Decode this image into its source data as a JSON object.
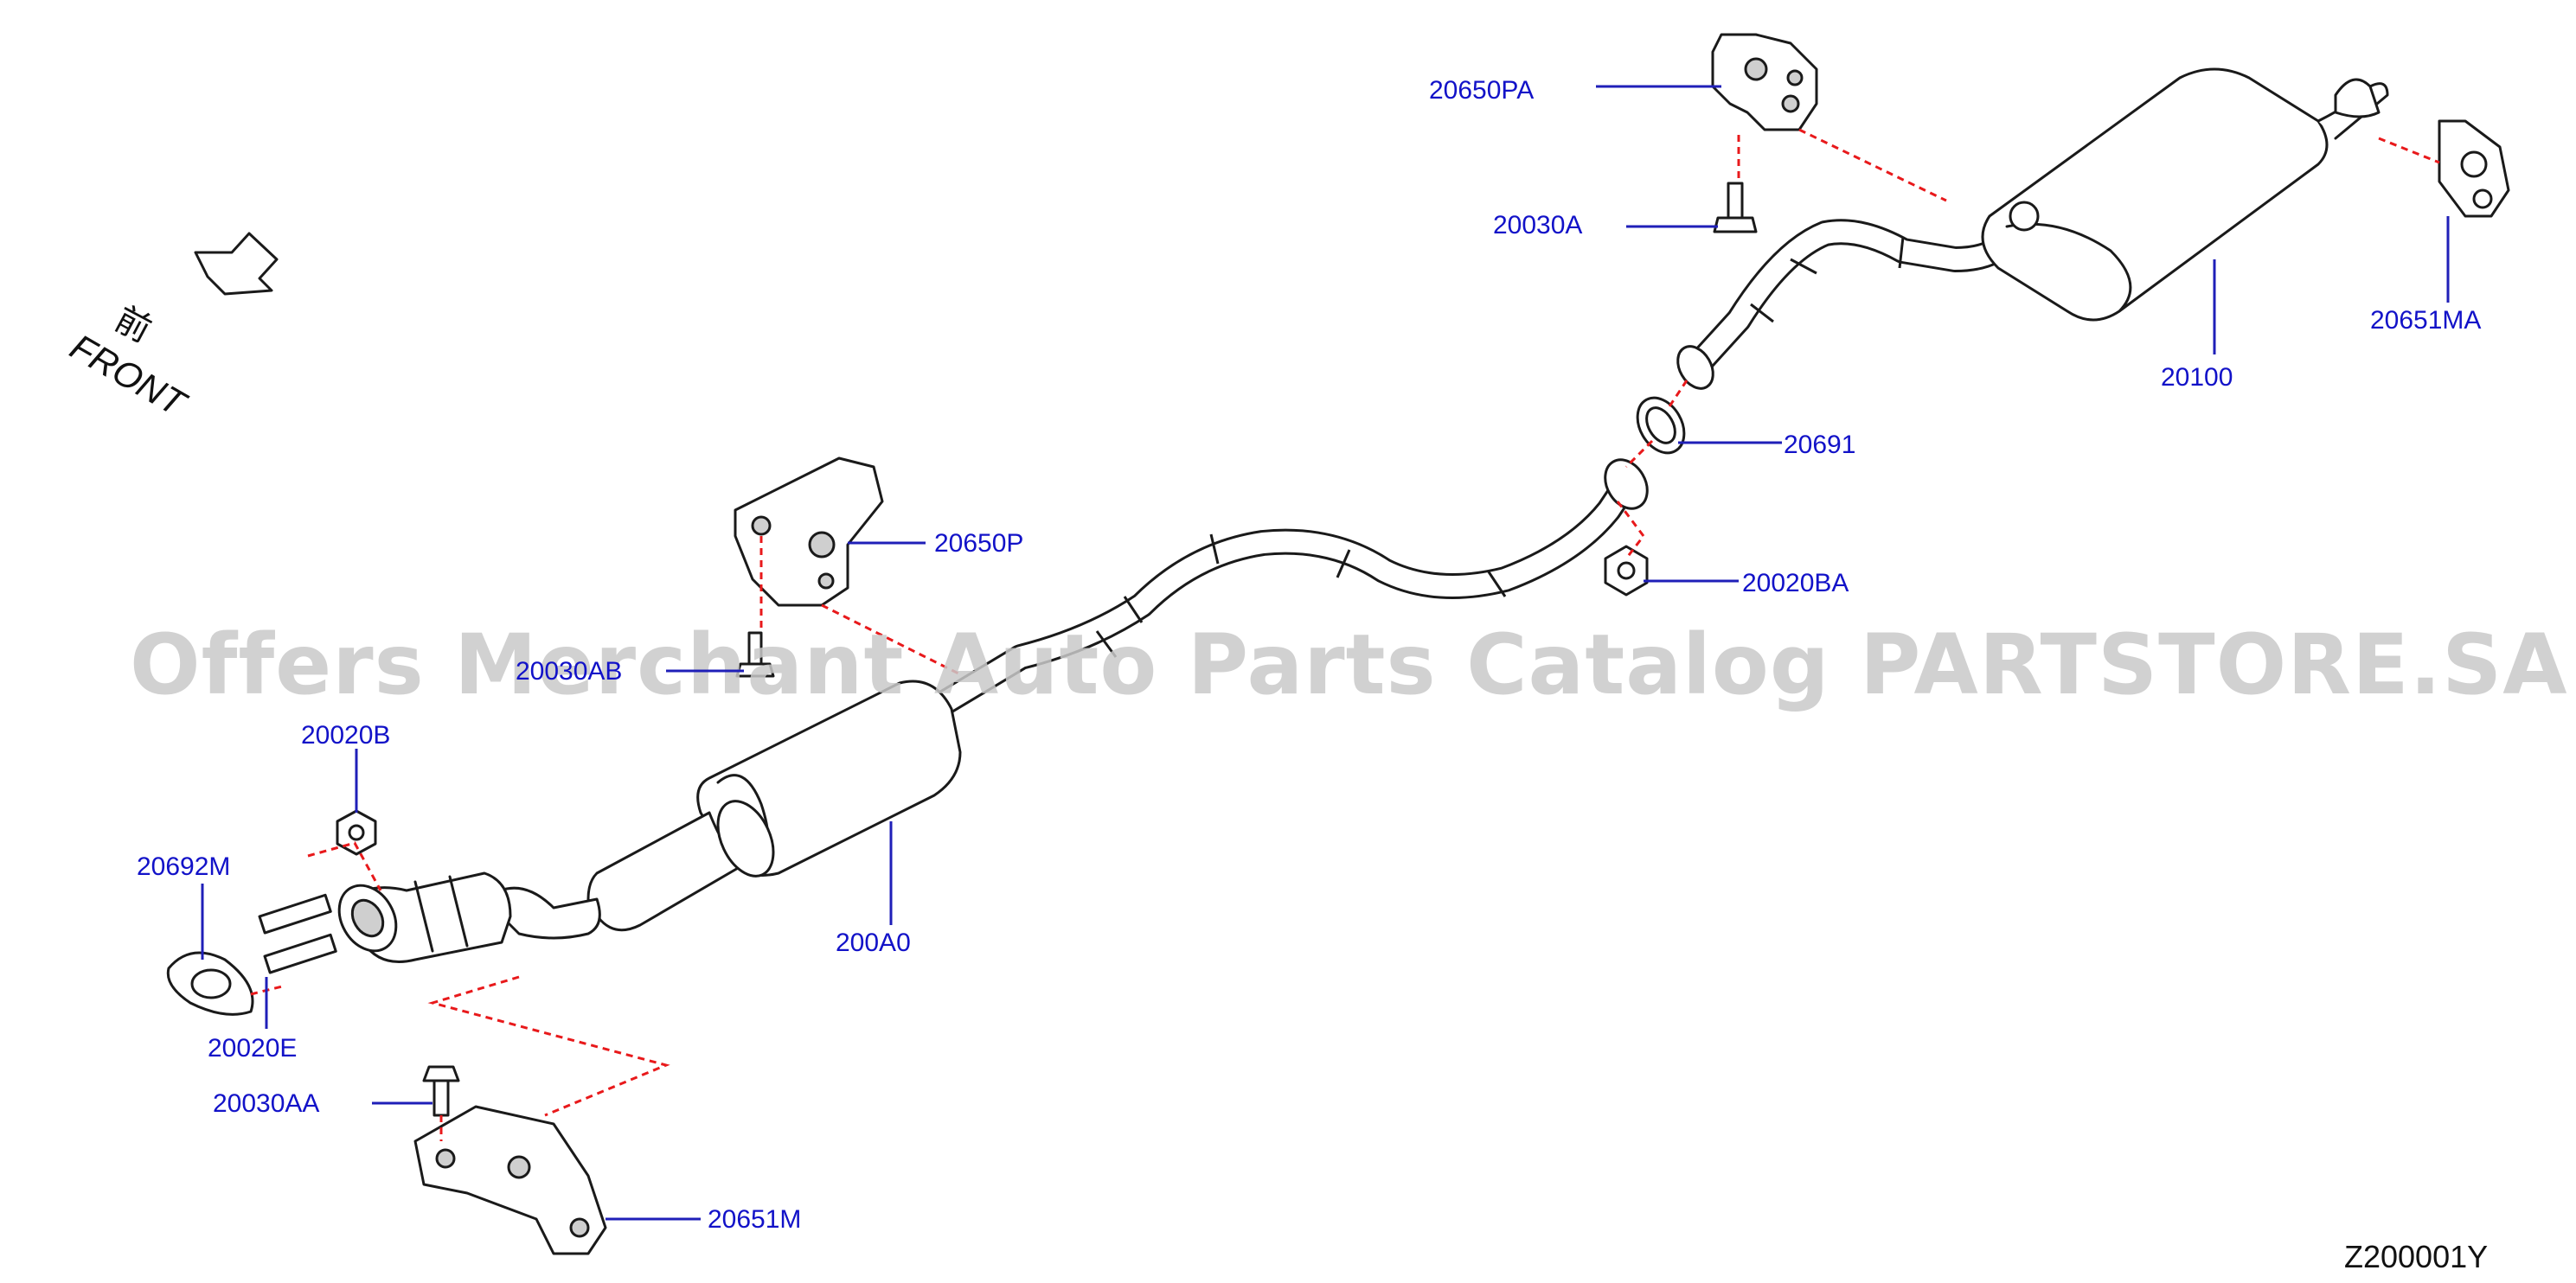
{
  "diagram": {
    "direction": {
      "front_label": "FRONT",
      "front_kanji": "前",
      "icon": "front-arrow-icon"
    },
    "watermark": "Offers Merchant Auto Parts Catalog PARTSTORE.SA",
    "diagram_code": "Z200001Y",
    "parts": [
      {
        "id": "20650PA",
        "label": "20650PA"
      },
      {
        "id": "20030A",
        "label": "20030A"
      },
      {
        "id": "20100",
        "label": "20100"
      },
      {
        "id": "20651MA",
        "label": "20651MA"
      },
      {
        "id": "20691",
        "label": "20691"
      },
      {
        "id": "20020BA",
        "label": "20020BA"
      },
      {
        "id": "20650P",
        "label": "20650P"
      },
      {
        "id": "20030AB",
        "label": "20030AB"
      },
      {
        "id": "20020B",
        "label": "20020B"
      },
      {
        "id": "20692M",
        "label": "20692M"
      },
      {
        "id": "200A0",
        "label": "200A0"
      },
      {
        "id": "20020E",
        "label": "20020E"
      },
      {
        "id": "20030AA",
        "label": "20030AA"
      },
      {
        "id": "20651M",
        "label": "20651M"
      }
    ]
  }
}
